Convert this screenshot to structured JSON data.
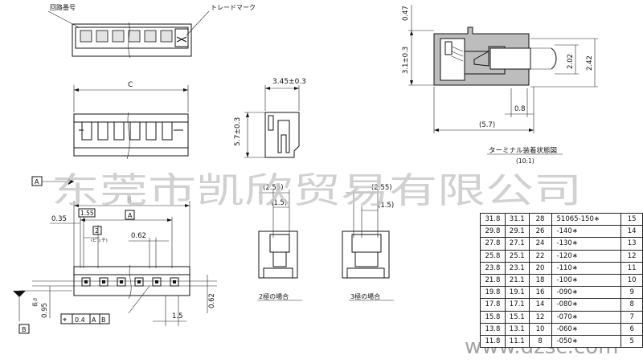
{
  "labels": {
    "circuit_number": "回路番号",
    "trademark": "トレードマーク",
    "dim_c": "C",
    "dim_b": "B",
    "dim_a_box": "A",
    "ref_a": "A",
    "ref_b": "B",
    "dim_345": "3.45",
    "tol_03": "±0.3",
    "dim_57": "5.7",
    "dim_255_left": "(2.55)",
    "dim_15_left": "(1.5)",
    "dim_255_right": "(2.55)",
    "dim_15_right": "(1.5)",
    "dim_035": "0.35",
    "dim_155": "1.55",
    "dim_2_box": "2",
    "pitch_note": "(ピッチ)",
    "dim_062": "0.62",
    "dim_062_vertical": "0.62",
    "dim_15_bottom": "1.5",
    "dim_095": "0.95",
    "length_note": "長さ",
    "tolerance_symbol": "⌖",
    "tolerance_value": "0.4",
    "tolerance_ref_a": "A",
    "tolerance_ref_b": "B",
    "case_2": "2極の場合",
    "case_3": "3極の場合",
    "dim_047": "0.47",
    "dim_31": "3.1",
    "dim_202": "2.02",
    "dim_242": "2.42",
    "dim_08": "0.8",
    "dim_57_paren": "(5.7)",
    "crimp_title": "ターミナル装着状態図",
    "crimp_scale": "(10:1)"
  },
  "watermark": {
    "company": "东莞市凯欣贸易有限公司",
    "site": "www.dzsc.com"
  },
  "part_table": {
    "rows": [
      {
        "c": "31.8",
        "b": "31.1",
        "a": "28",
        "part": "51065-150∗",
        "n": "15"
      },
      {
        "c": "29.8",
        "b": "29.1",
        "a": "26",
        "part": "-140∗",
        "n": "14"
      },
      {
        "c": "27.8",
        "b": "27.1",
        "a": "24",
        "part": "-130∗",
        "n": "13"
      },
      {
        "c": "25.8",
        "b": "25.1",
        "a": "22",
        "part": "-120∗",
        "n": "12"
      },
      {
        "c": "23.8",
        "b": "23.1",
        "a": "20",
        "part": "-110∗",
        "n": "11"
      },
      {
        "c": "21.8",
        "b": "21.1",
        "a": "18",
        "part": "-100∗",
        "n": "10"
      },
      {
        "c": "19.8",
        "b": "19.1",
        "a": "16",
        "part": "-090∗",
        "n": "9"
      },
      {
        "c": "17.8",
        "b": "17.1",
        "a": "14",
        "part": "-080∗",
        "n": "8"
      },
      {
        "c": "15.8",
        "b": "15.1",
        "a": "12",
        "part": "-070∗",
        "n": "7"
      },
      {
        "c": "13.8",
        "b": "13.1",
        "a": "10",
        "part": "-060∗",
        "n": "6"
      },
      {
        "c": "11.8",
        "b": "11.1",
        "a": "8",
        "part": "-050∗",
        "n": "5"
      }
    ]
  }
}
